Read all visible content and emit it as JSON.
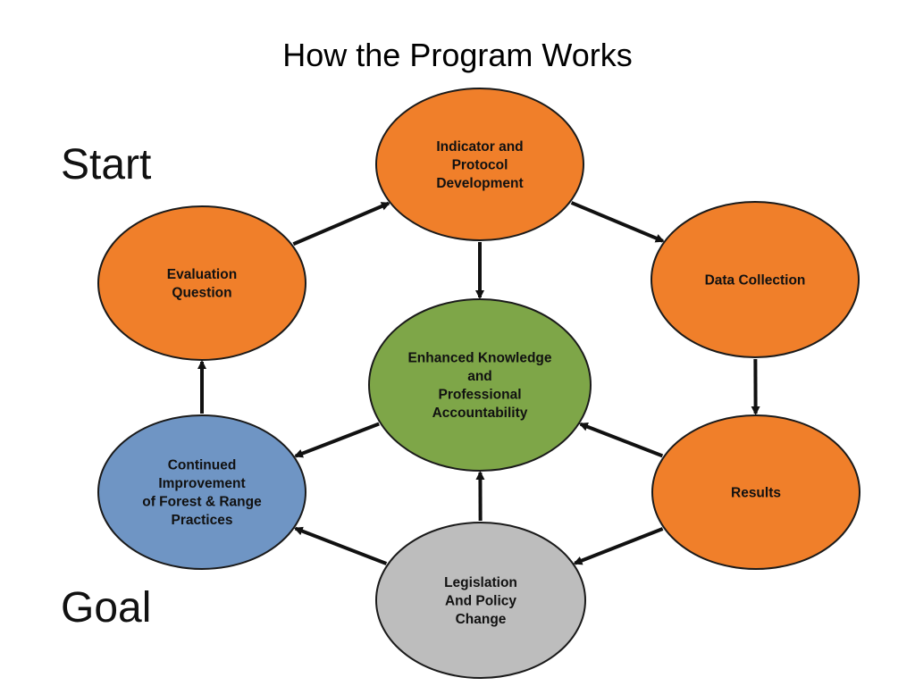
{
  "title": "How the Program Works",
  "side_labels": {
    "start": "Start",
    "goal": "Goal"
  },
  "colors": {
    "orange": "#F07F2A",
    "green": "#7EA648",
    "blue": "#6F95C4",
    "gray": "#BDBDBD",
    "outline": "#1a1a1a",
    "arrow": "#111111",
    "text": "#111111"
  },
  "nodes": [
    {
      "id": "indicator",
      "color": "orange",
      "lines": [
        "Indicator and",
        "Protocol",
        "Development"
      ]
    },
    {
      "id": "data-collection",
      "color": "orange",
      "lines": [
        "Data Collection"
      ]
    },
    {
      "id": "results",
      "color": "orange",
      "lines": [
        "Results"
      ]
    },
    {
      "id": "legislation",
      "color": "gray",
      "lines": [
        "Legislation",
        "And Policy",
        "Change"
      ]
    },
    {
      "id": "continued-improvement",
      "color": "blue",
      "lines": [
        "Continued",
        "Improvement",
        "of Forest & Range",
        "Practices"
      ]
    },
    {
      "id": "evaluation",
      "color": "orange",
      "lines": [
        "Evaluation",
        "Question"
      ]
    },
    {
      "id": "enhanced-knowledge",
      "color": "green",
      "lines": [
        "Enhanced Knowledge",
        "and",
        "Professional",
        "Accountability"
      ]
    }
  ],
  "edges": [
    {
      "from": "evaluation",
      "to": "indicator"
    },
    {
      "from": "indicator",
      "to": "data-collection"
    },
    {
      "from": "indicator",
      "to": "enhanced-knowledge"
    },
    {
      "from": "data-collection",
      "to": "results"
    },
    {
      "from": "results",
      "to": "enhanced-knowledge"
    },
    {
      "from": "results",
      "to": "legislation"
    },
    {
      "from": "legislation",
      "to": "enhanced-knowledge"
    },
    {
      "from": "legislation",
      "to": "continued-improvement"
    },
    {
      "from": "enhanced-knowledge",
      "to": "continued-improvement"
    },
    {
      "from": "continued-improvement",
      "to": "evaluation"
    }
  ]
}
